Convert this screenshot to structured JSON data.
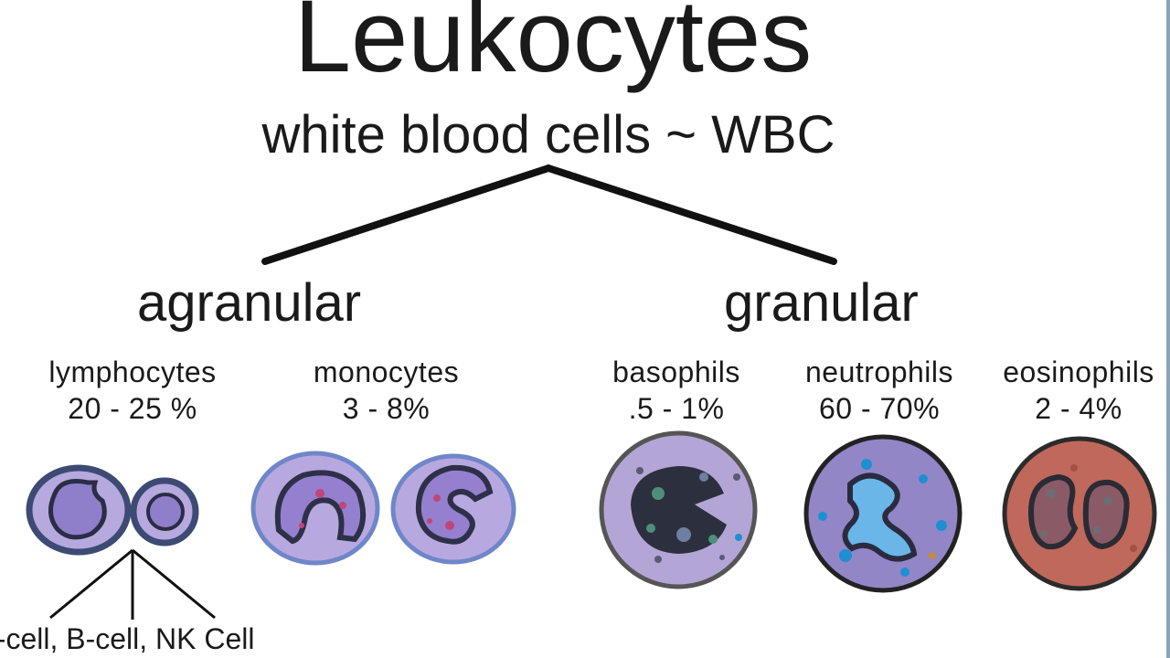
{
  "title": "Leukocytes",
  "subtitle": "white blood cells ~ WBC",
  "branches": {
    "agranular": "agranular",
    "granular": "granular"
  },
  "cells": [
    {
      "name": "lymphocytes",
      "percent": "20 - 25 %",
      "icon": "lymphocyte-illustration"
    },
    {
      "name": "monocytes",
      "percent": "3 - 8%",
      "icon": "monocyte-illustration"
    },
    {
      "name": "basophils",
      "percent": ".5 - 1%",
      "icon": "basophil-illustration"
    },
    {
      "name": "neutrophils",
      "percent": "60 - 70%",
      "icon": "neutrophil-illustration"
    },
    {
      "name": "eosinophils",
      "percent": "2 - 4%",
      "icon": "eosinophil-illustration"
    }
  ],
  "lymphocyte_subtypes": "T-cell, B-cell, NK Cell",
  "colors": {
    "background": "#ffffff",
    "text": "#1a1a1a",
    "cell_border_dark": "#3d4a74",
    "cell_body_purple": "#a99ad6",
    "monocyte_border": "#6f86c9",
    "eosinophil_body": "#c0685c",
    "granule_blue": "#1e8fd0"
  }
}
